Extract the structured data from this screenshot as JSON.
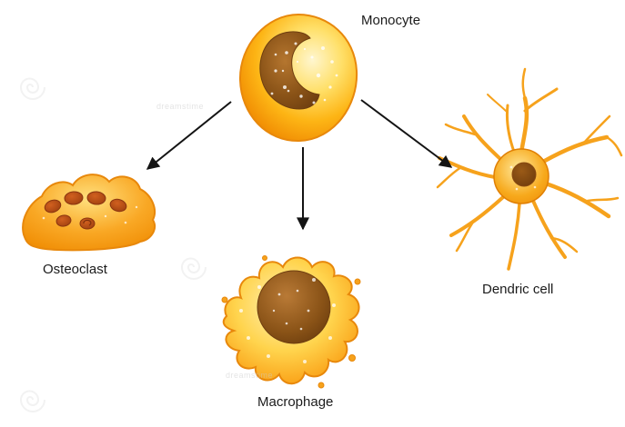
{
  "diagram": {
    "nodes": {
      "monocyte": {
        "label": "Monocyte"
      },
      "osteoclast": {
        "label": "Osteoclast"
      },
      "macrophage": {
        "label": "Macrophage"
      },
      "dendritic": {
        "label": "Dendric cell"
      }
    },
    "edges": [
      {
        "from": "Monocyte",
        "to": "Osteoclast"
      },
      {
        "from": "Monocyte",
        "to": "Macrophage"
      },
      {
        "from": "Monocyte",
        "to": "Dendric cell"
      }
    ]
  },
  "watermark": {
    "text": "dreamstime"
  },
  "colors": {
    "cell_highlight": "#FFF6CF",
    "cell_fill": "#FDB515",
    "cell_outline": "#E8880B",
    "nucleus_brown": "#8A5317",
    "osteoclast_nuclei": "#B84A1A",
    "arrow": "#141414",
    "label_text": "#1B1B1B",
    "watermark_gray": "#C9C9C9",
    "background": "#FFFFFF"
  }
}
